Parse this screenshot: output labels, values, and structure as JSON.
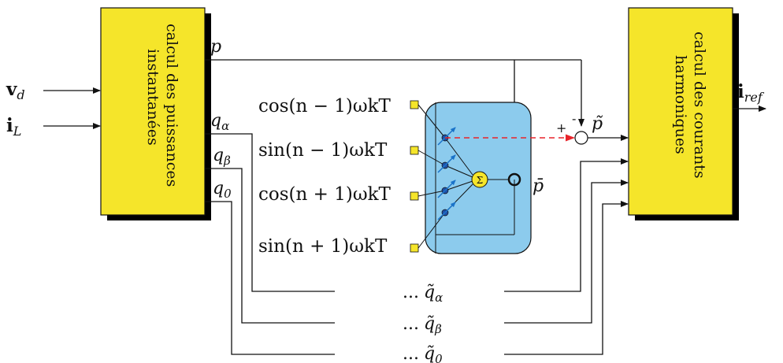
{
  "blocks": {
    "left": {
      "lines": [
        "calcul des puissances",
        "instantanées"
      ],
      "fill": "#f5e52a",
      "shadow": "#000000"
    },
    "right": {
      "lines": [
        "calcul des courants",
        "harmoniques"
      ],
      "fill": "#f5e52a",
      "shadow": "#000000"
    }
  },
  "inputs": {
    "vd": {
      "main": "v",
      "sub": "d"
    },
    "iL": {
      "main": "i",
      "sub": "L"
    }
  },
  "left_outputs": {
    "p": "p",
    "q_alpha": {
      "main": "q",
      "sub": "α"
    },
    "q_beta": {
      "main": "q",
      "sub": "β"
    },
    "q_0": {
      "main": "q",
      "sub": "0"
    }
  },
  "neural_inputs": [
    "cos(n − 1)ωkT",
    "sin(n − 1)ωkT",
    "cos(n + 1)ωkT",
    "sin(n + 1)ωkT"
  ],
  "neural_block": {
    "fill": "#8ccbed",
    "sum_symbol": "Σ",
    "node_color": "#1f4fa5",
    "weight_color": "#1a73c9"
  },
  "p_bar": "p̄",
  "p_tilde": "p̃",
  "summer_signs": {
    "minus": "-",
    "plus": "+"
  },
  "dashed_color": "#e8242b",
  "bottom_signals": [
    {
      "prefix": "...",
      "main": "q̃",
      "sub": "α"
    },
    {
      "prefix": "...",
      "main": "q̃",
      "sub": "β"
    },
    {
      "prefix": "...",
      "main": "q̃",
      "sub": "0"
    }
  ],
  "output": {
    "main": "i",
    "sub": "ref"
  }
}
